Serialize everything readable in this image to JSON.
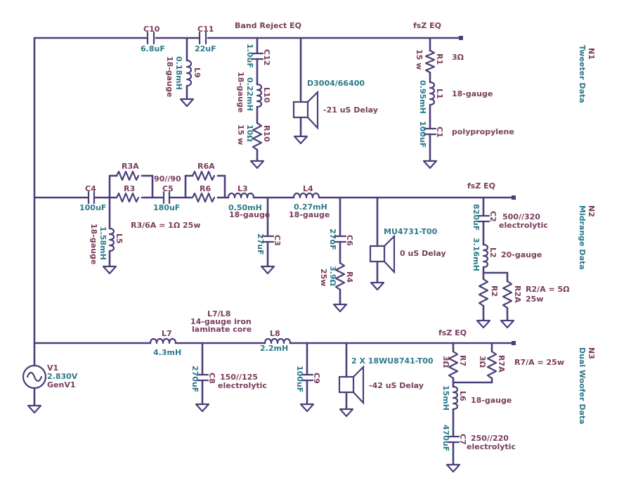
{
  "labels": {
    "band_reject": "Band Reject EQ",
    "fsz_n1": "fsZ EQ",
    "fsz_n2": "fsZ EQ",
    "fsz_n3": "fsZ EQ",
    "n1": "N1",
    "n1_desc": "Tweeter Data",
    "n2": "N2",
    "n2_desc": "Midrange Data",
    "n3": "N3",
    "n3_desc": "Dual Woofer Data",
    "l7l8_title": "L7/L8",
    "l7l8_line2": "14-gauge iron",
    "l7l8_line3": "laminate core",
    "r3_6a": "R3/6A = 1Ω 25w",
    "r2_a": "R2/A = 5Ω",
    "r2_a_w": "25w",
    "r7_a": "R7/A = 25w",
    "c5_ratio": "90//90"
  },
  "components": {
    "C10": {
      "name": "C10",
      "value": "6.8uF"
    },
    "C11": {
      "name": "C11",
      "value": "22uF"
    },
    "L9": {
      "name": "L9",
      "value": "0.18mH",
      "note": "18-gauge"
    },
    "C12": {
      "name": "C12",
      "value": "1.0uF"
    },
    "L10": {
      "name": "L10",
      "value": "0.22mH",
      "note": "18-gauge"
    },
    "R10": {
      "name": "R10",
      "value": "10Ω",
      "note": "15 w"
    },
    "D3004": {
      "name": "D3004/66400",
      "delay": "-21 uS Delay"
    },
    "R1": {
      "name": "R1",
      "value": "3Ω",
      "note": "15 w"
    },
    "L1": {
      "name": "L1",
      "value": "0.95mH",
      "note": "18-gauge"
    },
    "C1": {
      "name": "C1",
      "value": "100uF",
      "note": "polypropylene"
    },
    "C4": {
      "name": "C4",
      "value": "100uF"
    },
    "R3A": {
      "name": "R3A"
    },
    "R3": {
      "name": "R3"
    },
    "C5": {
      "name": "C5",
      "value": "180uF"
    },
    "R6A": {
      "name": "R6A"
    },
    "R6": {
      "name": "R6"
    },
    "L3": {
      "name": "L3",
      "value": "0.50mH",
      "note": "18-gauge"
    },
    "L4": {
      "name": "L4",
      "value": "0.27mH",
      "note": "18-gauge"
    },
    "L5": {
      "name": "L5",
      "value": "1.58mH",
      "note": "18-gauge"
    },
    "C3": {
      "name": "C3",
      "value": "27uF"
    },
    "C6": {
      "name": "C6",
      "value": "27uF"
    },
    "R4": {
      "name": "R4",
      "value": "3.9Ω",
      "note": "25w"
    },
    "MU4731": {
      "name": "MU4731-T00",
      "delay": "0 uS Delay"
    },
    "C2": {
      "name": "C2",
      "value": "820uF",
      "note1": "500//320",
      "note2": "electrolytic"
    },
    "L2": {
      "name": "L2",
      "value": "3.16mH",
      "note": "20-gauge"
    },
    "R2": {
      "name": "R2"
    },
    "R2A": {
      "name": "R2A"
    },
    "V1": {
      "name": "V1",
      "value": "2.830V",
      "note": "GenV1"
    },
    "L7": {
      "name": "L7",
      "value": "4.3mH"
    },
    "C8": {
      "name": "C8",
      "value": "270uF",
      "note1": "150//125",
      "note2": "electrolytic"
    },
    "L8": {
      "name": "L8",
      "value": "2.2mH"
    },
    "C9": {
      "name": "C9",
      "value": "100uF"
    },
    "WU8741": {
      "name": "2 X 18WU8741-T00",
      "delay": "-42 uS Delay"
    },
    "R7": {
      "name": "R7",
      "value": "3Ω"
    },
    "R7A": {
      "name": "R7A",
      "value": "3Ω"
    },
    "L6": {
      "name": "L6",
      "value": "15mH",
      "note": "18-gauge"
    },
    "C7": {
      "name": "C7",
      "value": "470uF",
      "note1": "250//220",
      "note2": "electrolytic"
    }
  },
  "colors": {
    "wire": "#4a3f7a",
    "name": "#7a3d5c",
    "value": "#2d7a8c"
  }
}
